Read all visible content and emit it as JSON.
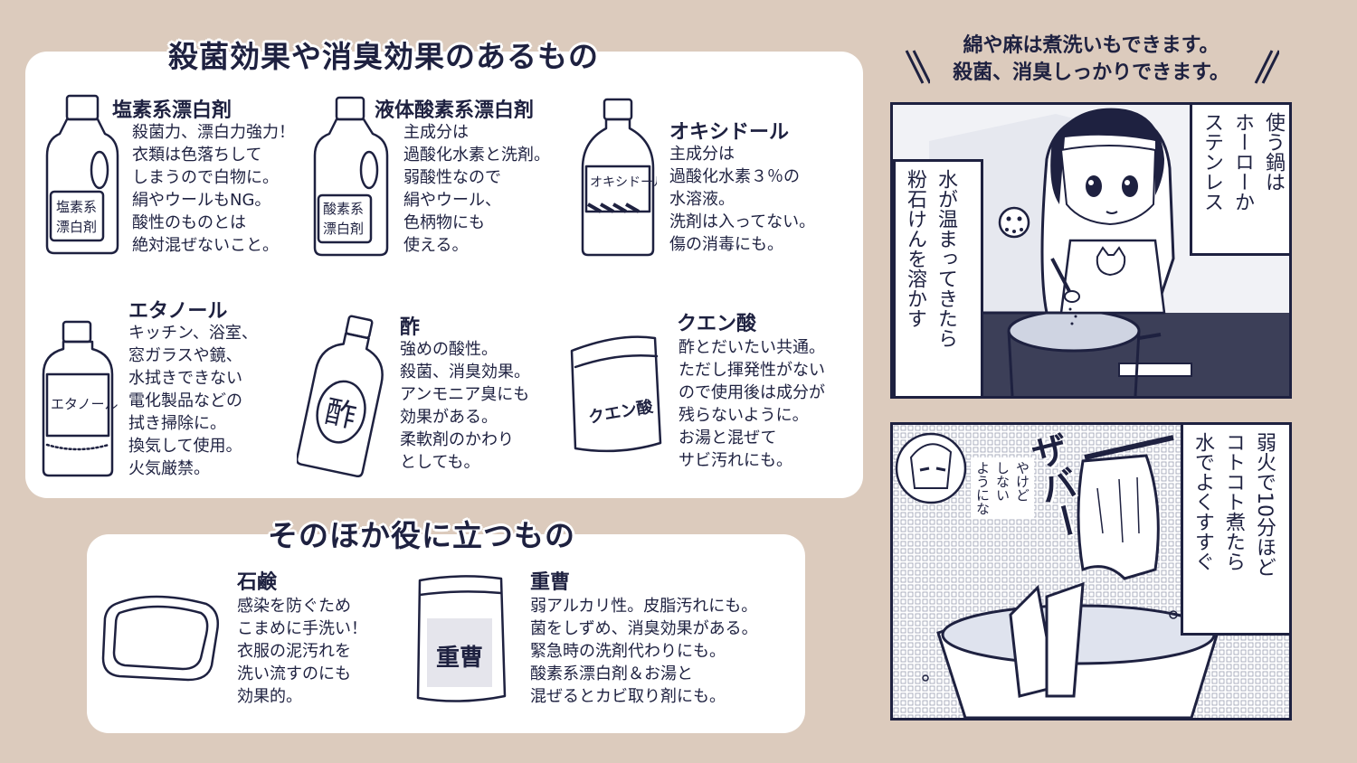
{
  "section1": {
    "title": "殺菌効果や消臭効果のあるもの",
    "items": [
      {
        "name": "塩素系漂白剤",
        "label": "塩素系漂白剤",
        "desc": "殺菌力、漂白力強力！\n衣類は色落ちして\nしまうので白物に。\n絹やウールもNG。\n酸性のものとは\n絶対混ぜないこと。"
      },
      {
        "name": "液体酸素系漂白剤",
        "label": "酸素系漂白剤",
        "desc": "主成分は\n過酸化水素と洗剤。\n弱酸性なので\n絹やウール、\n色柄物にも\n使える。"
      },
      {
        "name": "オキシドール",
        "label": "オキシドール",
        "desc": "主成分は\n過酸化水素３％の\n水溶液。\n洗剤は入ってない。\n傷の消毒にも。"
      },
      {
        "name": "エタノール",
        "label": "エタノール",
        "desc": "キッチン、浴室、\n窓ガラスや鏡、\n水拭きできない\n電化製品などの\n拭き掃除に。\n換気して使用。\n火気厳禁。"
      },
      {
        "name": "酢",
        "label": "酢",
        "desc": "強めの酸性。\n殺菌、消臭効果。\nアンモニア臭にも\n効果がある。\n柔軟剤のかわり\nとしても。"
      },
      {
        "name": "クエン酸",
        "label": "クエン酸",
        "desc": "酢とだいたい共通。\nただし揮発性がない\nので使用後は成分が\n残らないように。\nお湯と混ぜて\nサビ汚れにも。"
      }
    ]
  },
  "section2": {
    "title": "そのほか役に立つもの",
    "items": [
      {
        "name": "石鹸",
        "desc": "感染を防ぐため\nこまめに手洗い！\n衣服の泥汚れを\n洗い流すのにも\n効果的。"
      },
      {
        "name": "重曹",
        "label": "重曹",
        "desc": "弱アルカリ性。皮脂汚れにも。\n菌をしずめ、消臭効果がある。\n緊急時の洗剤代わりにも。\n酸素系漂白剤＆お湯と\n混ぜるとカビ取り剤にも。"
      }
    ]
  },
  "manga": {
    "caption": "綿や麻は煮洗いもできます。\n殺菌、消臭しっかりできます。",
    "panel1": {
      "box1": "使う鍋は\nホーローか\nステンレス",
      "box2": "水が温まってきたら\n粉石けんを溶かす"
    },
    "panel2": {
      "box1": "弱火で10分ほど\nコトコト煮たら\n水でよくすすぐ",
      "sfx": "ザバー",
      "whisper": "やけど\nしない\nようにな"
    }
  },
  "colors": {
    "background": "#dccbbd",
    "ink": "#1e2140",
    "panel": "#ffffff"
  }
}
